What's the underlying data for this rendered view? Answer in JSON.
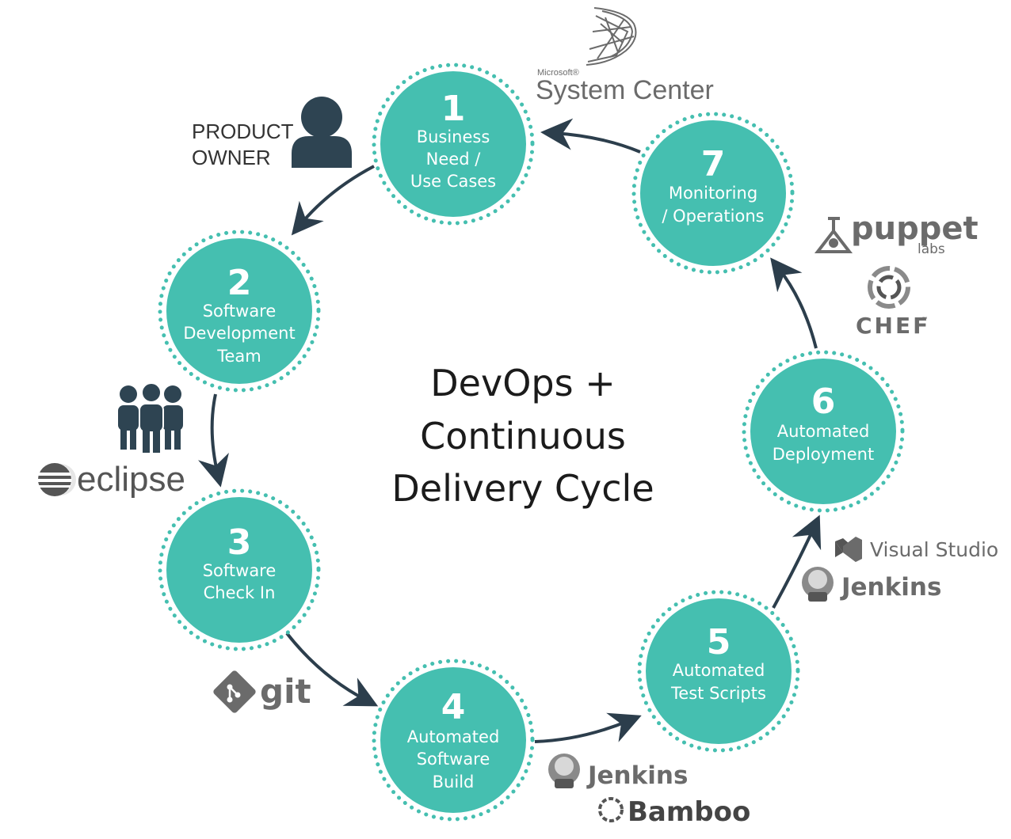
{
  "title_lines": [
    "DevOps +",
    "Continuous",
    "Delivery Cycle"
  ],
  "colors": {
    "circle_fill": "#45bfb0",
    "circle_dots": "#45bfb0",
    "arrow": "#2c3e4c",
    "person_icon": "#2e4452",
    "logo_gray": "#6b6b6b"
  },
  "steps": [
    {
      "number": "1",
      "lines": [
        "Business",
        "Need /",
        "Use Cases"
      ]
    },
    {
      "number": "2",
      "lines": [
        "Software",
        "Development",
        "Team"
      ]
    },
    {
      "number": "3",
      "lines": [
        "Software",
        "Check In"
      ]
    },
    {
      "number": "4",
      "lines": [
        "Automated",
        "Software",
        "Build"
      ]
    },
    {
      "number": "5",
      "lines": [
        "Automated",
        "Test Scripts"
      ]
    },
    {
      "number": "6",
      "lines": [
        "Automated",
        "Deployment"
      ]
    },
    {
      "number": "7",
      "lines": [
        "Monitoring",
        "/ Operations"
      ]
    }
  ],
  "product_owner_lines": [
    "PRODUCT",
    "OWNER"
  ],
  "logos": {
    "system_center_small": "Microsoft®",
    "system_center": "System Center",
    "puppet": "puppet",
    "puppet_sub": "labs",
    "chef": "CHEF",
    "chef_mark": "™",
    "visual_studio": "Visual Studio",
    "jenkins_top": "Jenkins",
    "jenkins_bottom": "Jenkins",
    "bamboo": "Bamboo",
    "git": "git",
    "eclipse": "eclipse"
  },
  "icons": [
    "person-icon",
    "team-icon",
    "eclipse-icon",
    "git-icon",
    "jenkins-icon",
    "bamboo-icon",
    "visual-studio-icon",
    "puppet-icon",
    "chef-icon",
    "system-center-icon"
  ]
}
